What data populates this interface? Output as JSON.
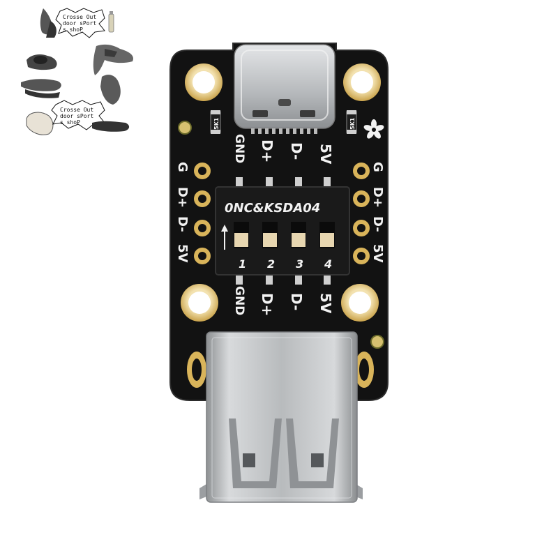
{
  "board": {
    "dip_switch": {
      "model_text": "0NC&KSDA04",
      "switch_numbers": [
        "1",
        "2",
        "3",
        "4"
      ]
    },
    "top_pin_labels": [
      "GND",
      "D+",
      "D-",
      "5V"
    ],
    "bottom_pin_labels": [
      "GND",
      "D+",
      "D-",
      "5V"
    ],
    "left_pin_labels": [
      "G",
      "D+",
      "D-",
      "5V"
    ],
    "right_pin_labels": [
      "G",
      "D+",
      "D-",
      "5V"
    ],
    "resistor_labels": [
      "5K1",
      "5K1"
    ]
  },
  "thumbnail_collage": {
    "stamp_top_lines": [
      "Crosse Out",
      "door sPort",
      "s shoP"
    ],
    "stamp_bottom_lines": [
      "Crosse Out",
      "door sPort",
      "s shoP"
    ]
  },
  "colors": {
    "pcb": "#121212",
    "silkscreen": "#f2f2f2",
    "gold_pad": "#d9b45a",
    "metal": "#c9cbcd",
    "switch_body": "#1a1a1a",
    "switch_knob": "#e7d6b0"
  }
}
